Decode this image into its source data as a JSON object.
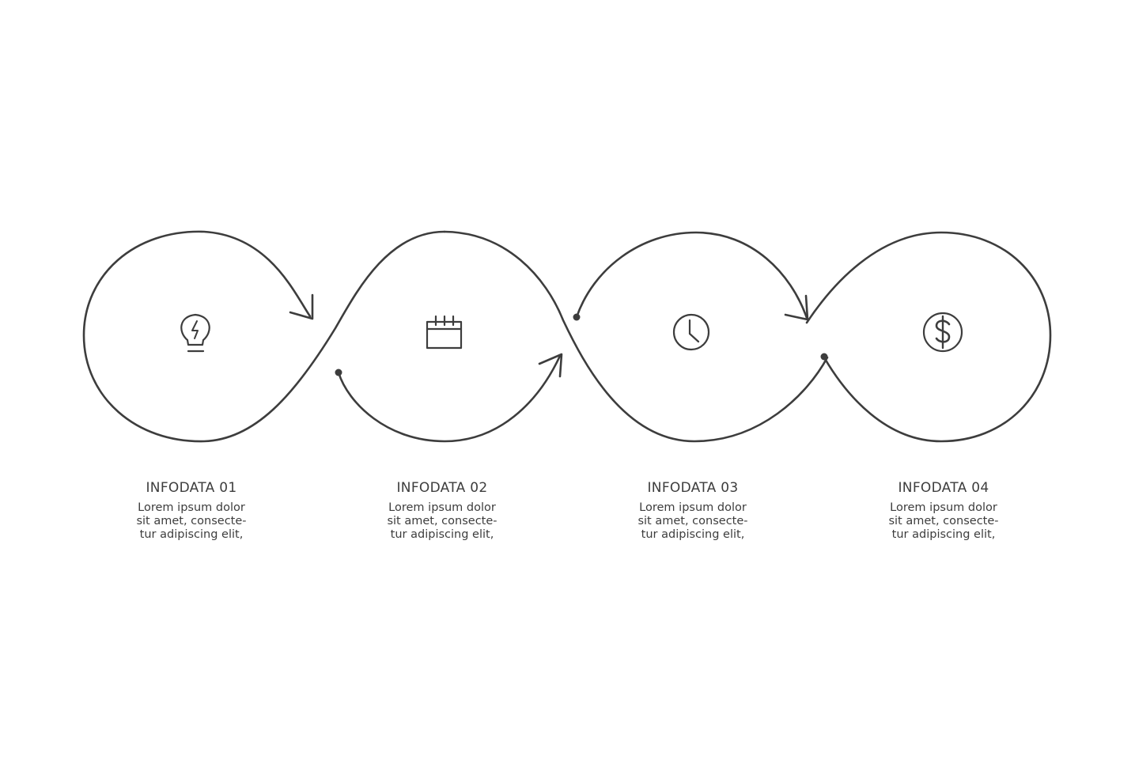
{
  "colors": {
    "stroke": "#3d3d3d",
    "background": "#ffffff"
  },
  "steps": [
    {
      "title": "INFODATA 01",
      "icon": "lightbulb-icon",
      "lines": [
        "Lorem ipsum dolor",
        "sit amet, consecte-",
        "tur adipiscing elit,"
      ]
    },
    {
      "title": "INFODATA 02",
      "icon": "calendar-icon",
      "lines": [
        "Lorem ipsum dolor",
        "sit amet, consecte-",
        "tur adipiscing elit,"
      ]
    },
    {
      "title": "INFODATA 03",
      "icon": "clock-icon",
      "lines": [
        "Lorem ipsum dolor",
        "sit amet, consecte-",
        "tur adipiscing elit,"
      ]
    },
    {
      "title": "INFODATA 04",
      "icon": "dollar-icon",
      "lines": [
        "Lorem ipsum dolor",
        "sit amet, consecte-",
        "tur adipiscing elit,"
      ]
    }
  ]
}
